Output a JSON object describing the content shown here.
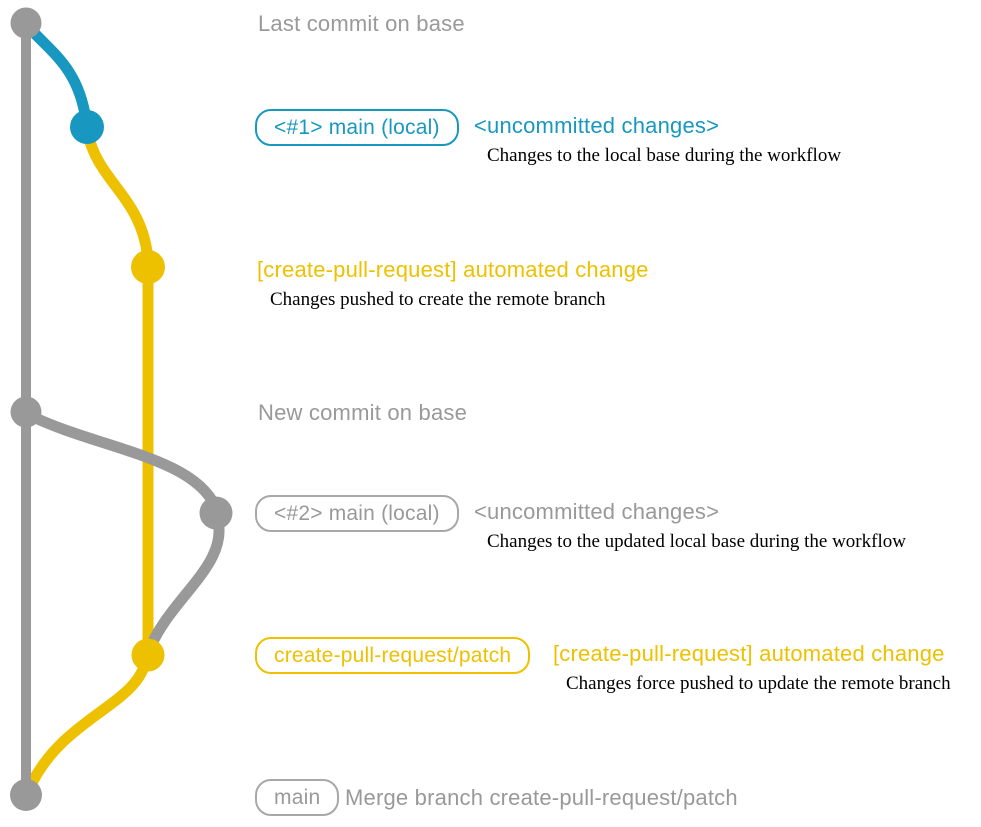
{
  "colors": {
    "gray": "#999999",
    "teal": "#1898c0",
    "yellow": "#eec100",
    "ink": "#000000"
  },
  "graph": {
    "branches": [
      "base",
      "main (local)",
      "create-pull-request/patch"
    ],
    "commit_nodes": [
      {
        "name": "last-commit-on-base",
        "color": "gray"
      },
      {
        "name": "local-commit-1",
        "color": "teal"
      },
      {
        "name": "patch-commit-1",
        "color": "yellow"
      },
      {
        "name": "new-commit-on-base",
        "color": "gray"
      },
      {
        "name": "local-commit-2",
        "color": "gray"
      },
      {
        "name": "patch-commit-2",
        "color": "yellow"
      },
      {
        "name": "merge-commit",
        "color": "gray"
      }
    ]
  },
  "annotations": {
    "last_commit": {
      "label": "Last commit on base"
    },
    "row1": {
      "badge": "<#1> main (local)",
      "title": "<uncommitted changes>",
      "subtitle": "Changes to the local base during the workflow"
    },
    "cpr1": {
      "title": "[create-pull-request] automated change",
      "subtitle": "Changes pushed to create the remote branch"
    },
    "new_commit": {
      "label": "New commit on base"
    },
    "row2": {
      "badge": "<#2> main (local)",
      "title": "<uncommitted changes>",
      "subtitle": "Changes to the updated local base during the workflow"
    },
    "patch": {
      "badge": "create-pull-request/patch",
      "title": "[create-pull-request] automated change",
      "subtitle": "Changes force pushed to update the remote branch"
    },
    "merge": {
      "badge": "main",
      "label": "Merge branch create-pull-request/patch"
    }
  }
}
